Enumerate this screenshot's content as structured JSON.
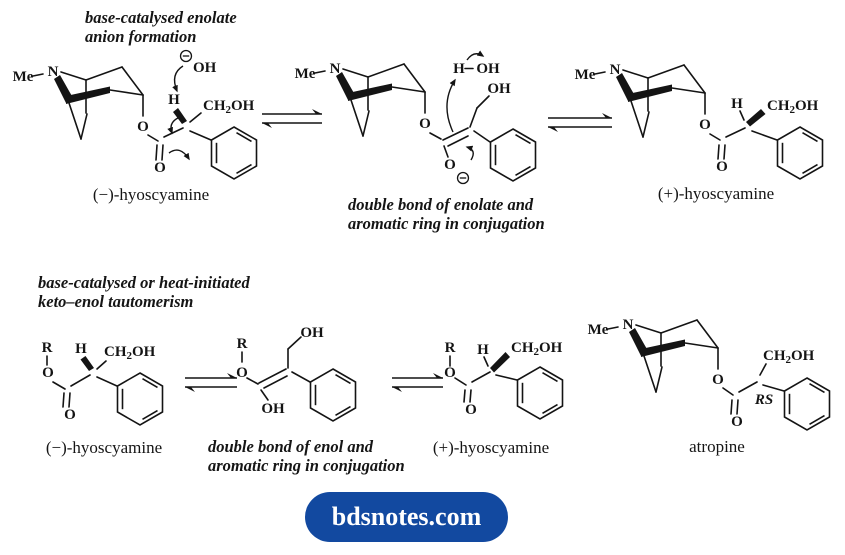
{
  "annotations": {
    "enolate_formation_line1": "base-catalysed enolate",
    "enolate_formation_line2": "anion formation",
    "enolate_conjugation_line1": "double bond of enolate and",
    "enolate_conjugation_line2": "aromatic ring in conjugation",
    "tautomerism_line1": "base-catalysed or heat-initiated",
    "tautomerism_line2": "keto–enol tautomerism",
    "enol_conjugation_line1": "double bond of enol and",
    "enol_conjugation_line2": "aromatic ring in conjugation"
  },
  "compound_labels": {
    "top_left": "(−)-hyoscyamine",
    "top_right": "(+)-hyoscyamine",
    "bottom_left": "(−)-hyoscyamine",
    "bottom_plus": "(+)-hyoscyamine",
    "atropine": "atropine"
  },
  "atoms": {
    "me": "Me",
    "n": "N",
    "o": "O",
    "h": "H",
    "oh": "OH",
    "r": "R",
    "ch": "CH",
    "two": "2",
    "rs": "RS"
  },
  "icons": {
    "hydroxide_charge": "circled-minus-icon",
    "enolate_charge": "circled-minus-icon",
    "equilibrium": "equilibrium-harpoons-icon"
  },
  "footer": {
    "label": "bdsnotes.com"
  },
  "colors": {
    "banner_blue": "#1249A0",
    "banner_text": "#FFFFFF",
    "ink": "#141414",
    "background": "#FFFFFF"
  }
}
